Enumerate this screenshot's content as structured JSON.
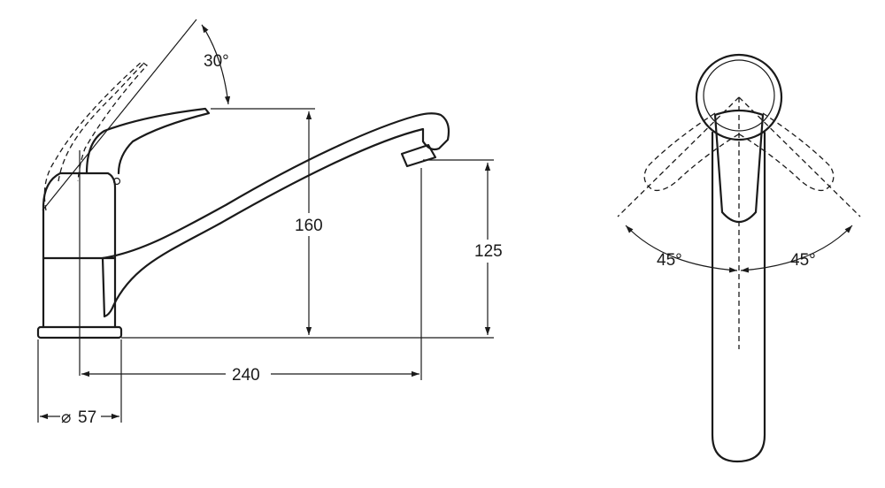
{
  "dimensions": {
    "handle_angle": "30°",
    "height_total": "160",
    "height_spout": "125",
    "reach": "240",
    "base_diameter": "57",
    "diameter_symbol": "⌀",
    "swing_left": "45°",
    "swing_right": "45°"
  },
  "colors": {
    "line": "#1a1a1a",
    "background": "#ffffff"
  }
}
